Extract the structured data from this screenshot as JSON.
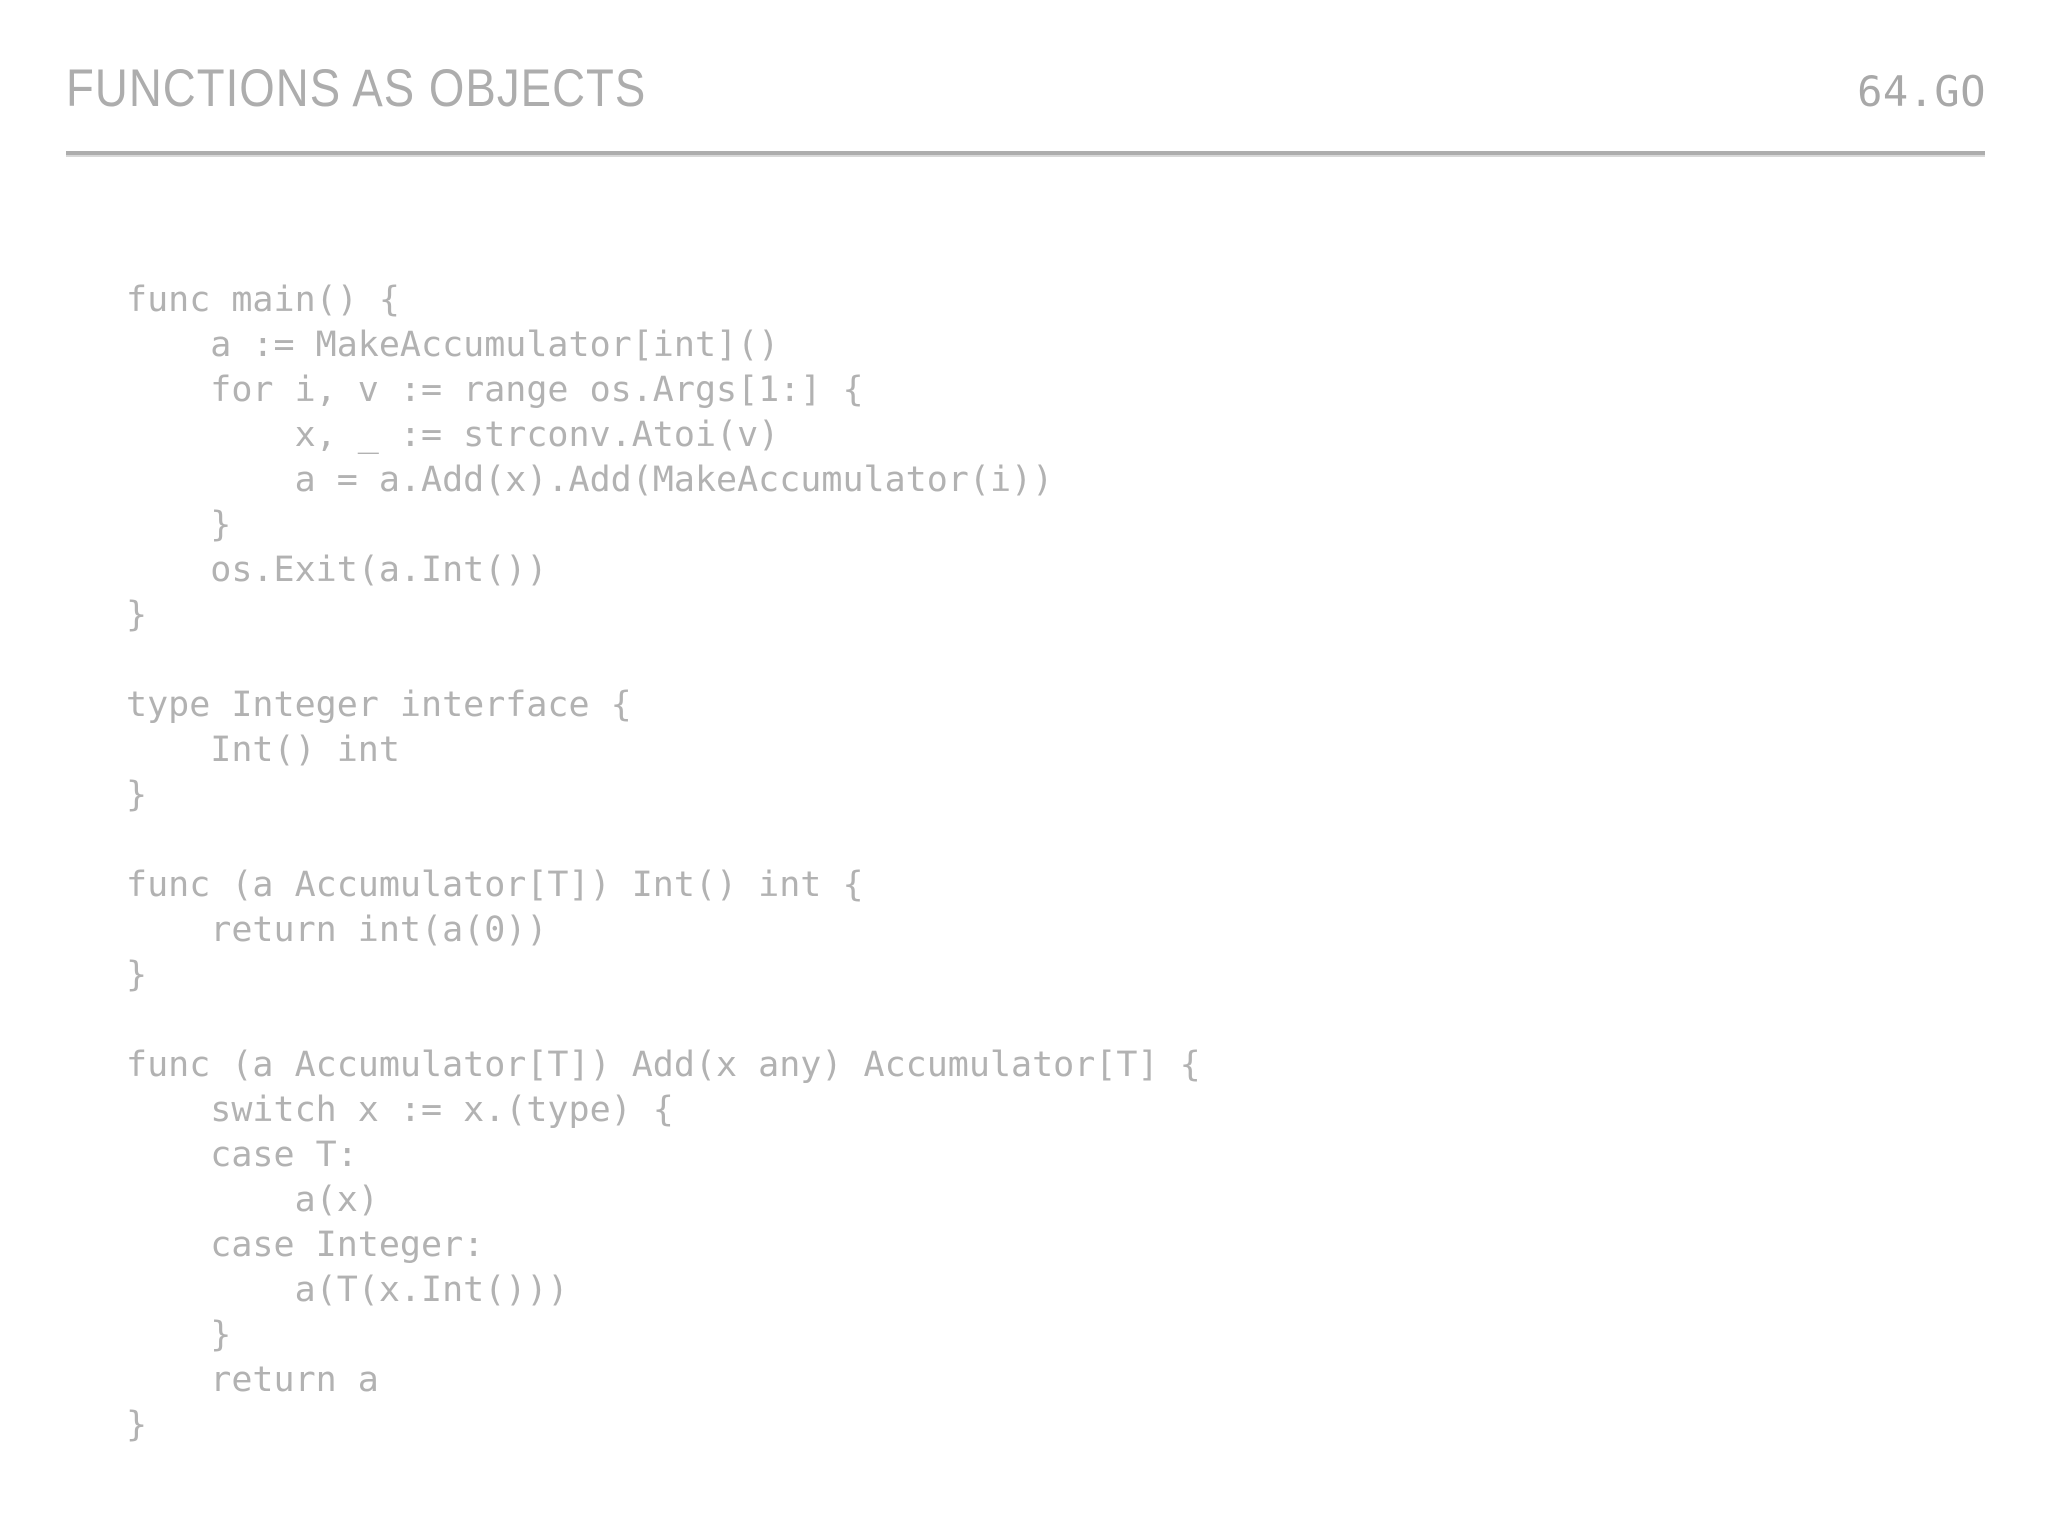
{
  "header": {
    "title": "Functions as Objects",
    "slide_number": "64.GO",
    "rule_color": "#adadad"
  },
  "theme": {
    "background": "#ffffff",
    "text_color": "#b2b2b2",
    "title_color": "#adadad"
  },
  "code": {
    "language": "go",
    "lines": [
      "func main() {",
      "    a := MakeAccumulator[int]()",
      "    for i, v := range os.Args[1:] {",
      "        x, _ := strconv.Atoi(v)",
      "        a = a.Add(x).Add(MakeAccumulator(i))",
      "    }",
      "    os.Exit(a.Int())",
      "}",
      "",
      "type Integer interface {",
      "    Int() int",
      "}",
      "",
      "func (a Accumulator[T]) Int() int {",
      "    return int(a(0))",
      "}",
      "",
      "func (a Accumulator[T]) Add(x any) Accumulator[T] {",
      "    switch x := x.(type) {",
      "    case T:",
      "        a(x)",
      "    case Integer:",
      "        a(T(x.Int()))",
      "    }",
      "    return a",
      "}"
    ]
  }
}
